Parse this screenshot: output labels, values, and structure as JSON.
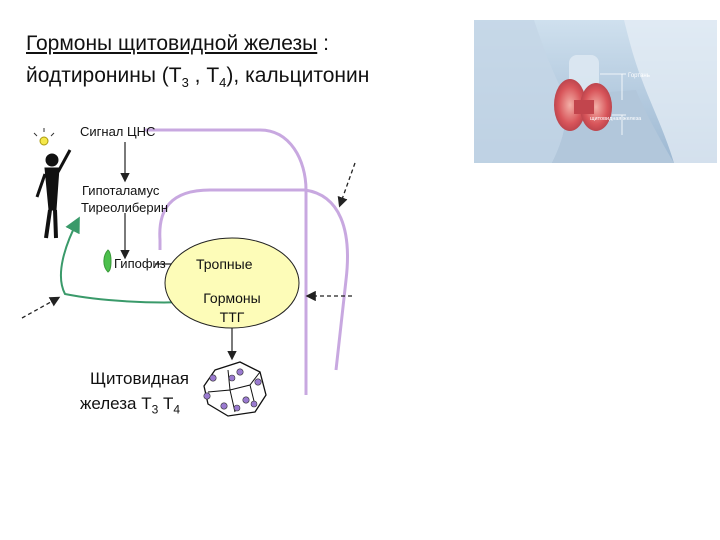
{
  "title": {
    "line1_main": "Гормоны щитовидной железы",
    "line1_suffix": " :",
    "line2_pre": "йодтиронины (Т",
    "sub3": "3",
    "sep": " , Т",
    "sub4": "4",
    "line2_post": "), кальцитонин"
  },
  "photo": {
    "label_larynx": "Гортань",
    "label_thyroid": "щитовидная железа"
  },
  "diagram": {
    "cns_signal": "Сигнал ЦНС",
    "hypothalamus": "Гипоталамус",
    "thyroliberin": "Тиреолиберин",
    "pituitary": "Гипофиз",
    "tropic": "Тропные",
    "hormones": "Гормоны",
    "tsh": "ТТГ",
    "thyroid_line1": "Щитовидная",
    "thyroid_line2_pre": "железа Т",
    "thyroid_sub3": "3",
    "thyroid_mid": " Т",
    "thyroid_sub4": "4"
  },
  "colors": {
    "feedback_loop": "#c8a8e0",
    "green_arrow": "#3a9a6a",
    "ellipse_fill": "#fdfcb8",
    "vesicle": "#9a7ad0"
  }
}
